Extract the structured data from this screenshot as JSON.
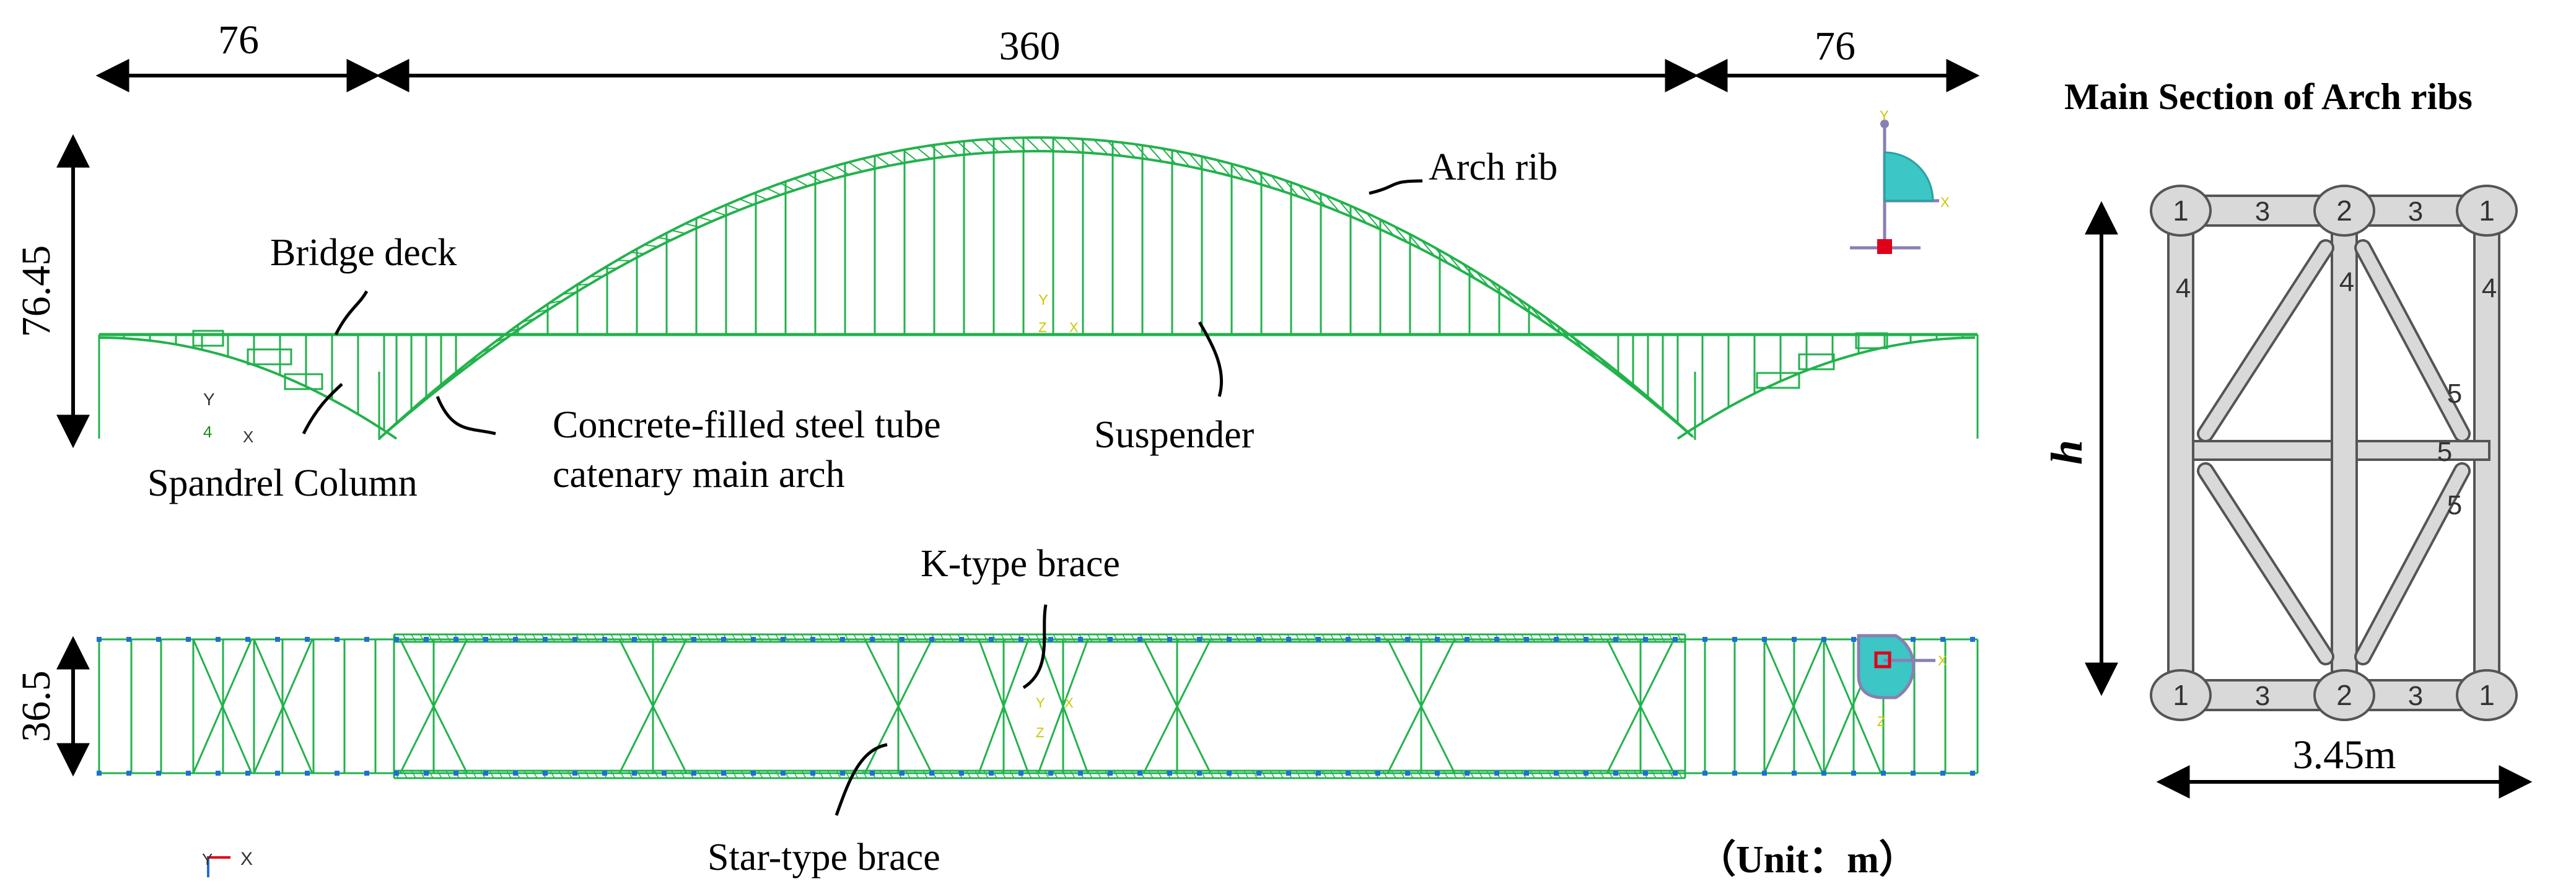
{
  "dimensions": {
    "left_span": "76",
    "main_span": "360",
    "right_span": "76",
    "rise": "76.45",
    "deck_width": "36.5"
  },
  "labels": {
    "arch_rib": "Arch rib",
    "bridge_deck": "Bridge deck",
    "suspender": "Suspender",
    "spandrel_column": "Spandrel Column",
    "main_arch_line1": "Concrete-filled steel tube",
    "main_arch_line2": "catenary main arch",
    "k_brace": "K-type brace",
    "star_brace": "Star-type brace",
    "unit": "（Unit：m）"
  },
  "section": {
    "title": "Main Section of Arch ribs",
    "height_label": "h",
    "width_label": "3.45m",
    "tube_top": [
      "1",
      "2",
      "1"
    ],
    "tube_bottom": [
      "1",
      "2",
      "1"
    ],
    "chord_top": [
      "3",
      "3"
    ],
    "chord_bottom": [
      "3",
      "3"
    ],
    "web_labels": [
      "4",
      "4",
      "4"
    ],
    "diag_labels": [
      "5",
      "5",
      "5"
    ]
  },
  "axes": {
    "x": "X",
    "y": "Y",
    "z": "Z",
    "four": "4"
  },
  "colors": {
    "structure": "#22b24c",
    "section_fill": "#d9d9d9",
    "section_stroke": "#555555",
    "triad_fill": "#3cc6c6",
    "triad_marker": "#e0001a",
    "axis_yellow": "#c8c800",
    "node_blue": "#1f6fd6"
  }
}
